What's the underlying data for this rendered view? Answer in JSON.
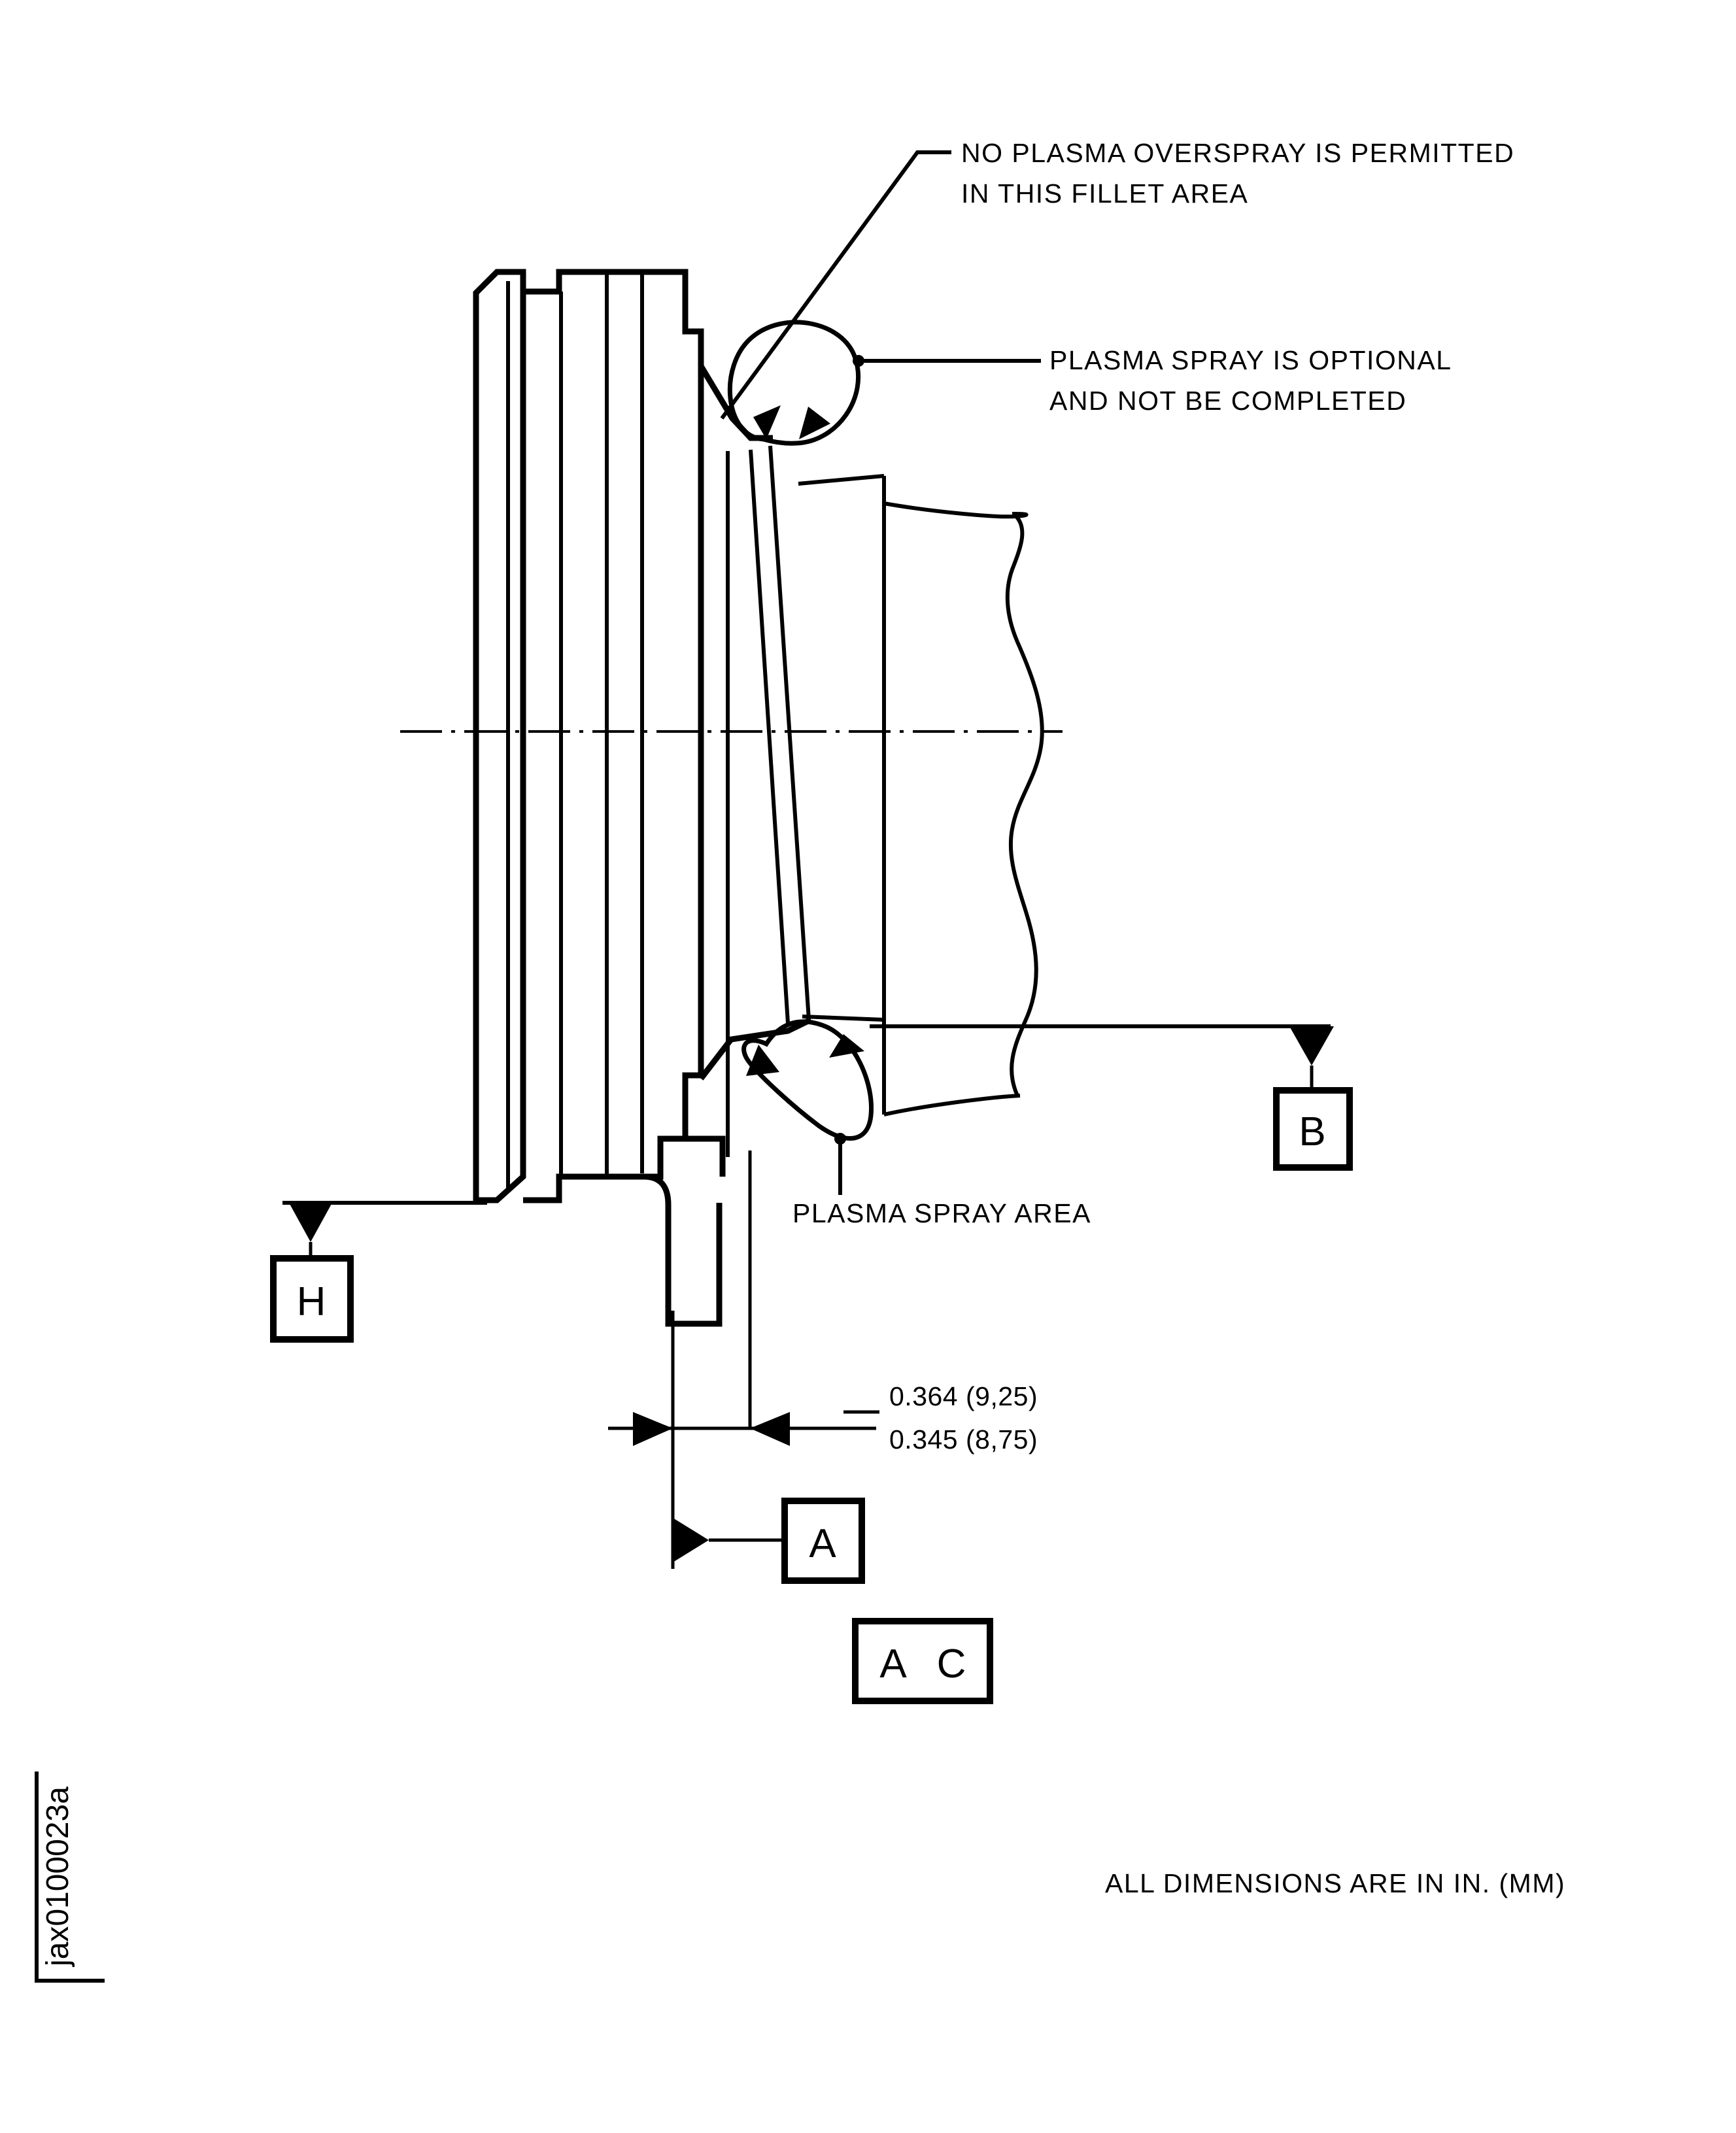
{
  "drawing": {
    "figure_code": "jax0100023a",
    "footer_note": "ALL DIMENSIONS ARE IN IN. (MM)",
    "annotations": [
      {
        "id": "no-overspray",
        "line1": "NO PLASMA OVERSPRAY IS PERMITTED",
        "line2": "IN THIS FILLET AREA"
      },
      {
        "id": "plasma-optional",
        "line1": "PLASMA SPRAY IS OPTIONAL",
        "line2": "AND NOT BE COMPLETED"
      },
      {
        "id": "plasma-spray-area",
        "line1": "PLASMA SPRAY AREA"
      }
    ],
    "dimension": {
      "upper": "0.364 (9,25)",
      "lower": "0.345 (8,75)"
    },
    "datums": [
      {
        "id": "datum-b",
        "label": "B"
      },
      {
        "id": "datum-h",
        "label": "H"
      },
      {
        "id": "datum-a",
        "label": "A"
      }
    ],
    "feature_control": {
      "id": "datum-ref-ac",
      "label_1": "A",
      "label_2": "C"
    },
    "colors": {
      "ink": "#000000",
      "paper": "#ffffff"
    }
  }
}
